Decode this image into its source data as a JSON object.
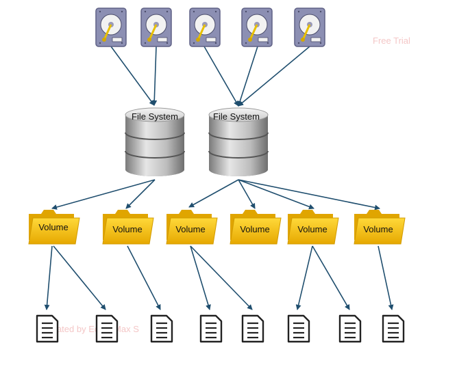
{
  "watermarks": {
    "top": "Free Trial",
    "bottom": "Created by EdrawMax S"
  },
  "disks": [
    {
      "icon": "hard-drive-icon"
    },
    {
      "icon": "hard-drive-icon"
    },
    {
      "icon": "hard-drive-icon"
    },
    {
      "icon": "hard-drive-icon"
    },
    {
      "icon": "hard-drive-icon"
    }
  ],
  "file_systems": [
    {
      "label": "File System"
    },
    {
      "label": "File System"
    }
  ],
  "volumes": [
    {
      "label": "Volume"
    },
    {
      "label": "Volume"
    },
    {
      "label": "Volume"
    },
    {
      "label": "Volume"
    },
    {
      "label": "Volume"
    },
    {
      "label": "Volume"
    }
  ],
  "files": [
    {
      "icon": "document-icon"
    },
    {
      "icon": "document-icon"
    },
    {
      "icon": "document-icon"
    },
    {
      "icon": "document-icon"
    },
    {
      "icon": "document-icon"
    },
    {
      "icon": "document-icon"
    },
    {
      "icon": "document-icon"
    },
    {
      "icon": "document-icon"
    }
  ],
  "colors": {
    "arrow": "#1f4e6e",
    "disk": "#8c8fb3",
    "folder": "#f2c515",
    "cylinder": "#b9b9b9"
  }
}
